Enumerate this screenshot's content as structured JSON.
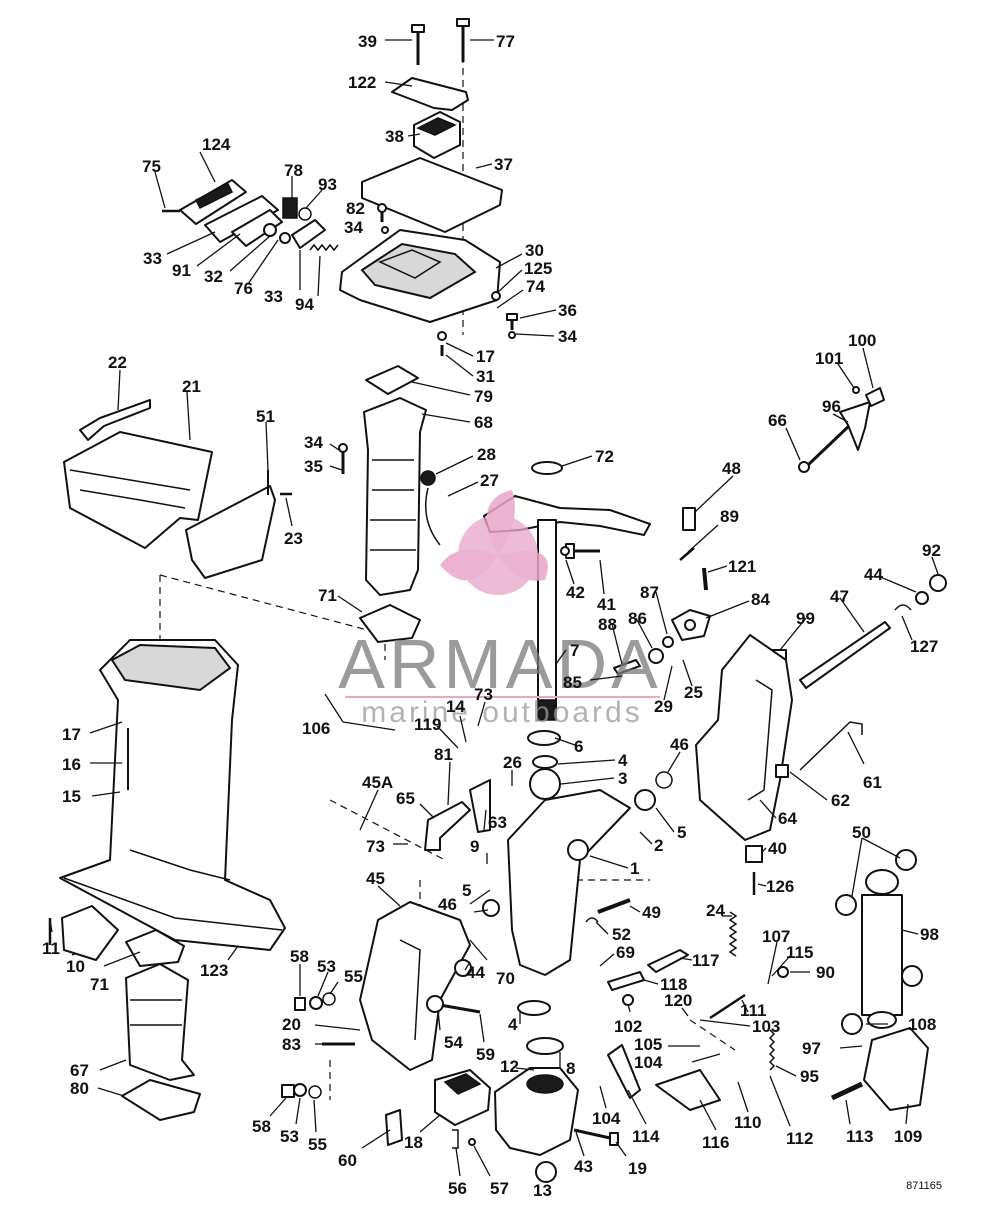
{
  "watermark": {
    "brand": "ARMADA",
    "tagline": "marine outboards",
    "logo_color": "#e8a6c8",
    "text_color": "#7a7a7a"
  },
  "reference_number": "871165",
  "callouts": [
    {
      "id": "c39",
      "label": "39"
    },
    {
      "id": "c77",
      "label": "77"
    },
    {
      "id": "c122",
      "label": "122"
    },
    {
      "id": "c38",
      "label": "38"
    },
    {
      "id": "c37",
      "label": "37"
    },
    {
      "id": "c124",
      "label": "124"
    },
    {
      "id": "c75",
      "label": "75"
    },
    {
      "id": "c78",
      "label": "78"
    },
    {
      "id": "c93",
      "label": "93"
    },
    {
      "id": "c82",
      "label": "82"
    },
    {
      "id": "c34a",
      "label": "34"
    },
    {
      "id": "c33a",
      "label": "33"
    },
    {
      "id": "c91",
      "label": "91"
    },
    {
      "id": "c32",
      "label": "32"
    },
    {
      "id": "c76",
      "label": "76"
    },
    {
      "id": "c33b",
      "label": "33"
    },
    {
      "id": "c94",
      "label": "94"
    },
    {
      "id": "c30",
      "label": "30"
    },
    {
      "id": "c125",
      "label": "125"
    },
    {
      "id": "c74",
      "label": "74"
    },
    {
      "id": "c36",
      "label": "36"
    },
    {
      "id": "c34b",
      "label": "34"
    },
    {
      "id": "c17a",
      "label": "17"
    },
    {
      "id": "c31",
      "label": "31"
    },
    {
      "id": "c100",
      "label": "100"
    },
    {
      "id": "c101",
      "label": "101"
    },
    {
      "id": "c96",
      "label": "96"
    },
    {
      "id": "c66",
      "label": "66"
    },
    {
      "id": "c22",
      "label": "22"
    },
    {
      "id": "c21",
      "label": "21"
    },
    {
      "id": "c51",
      "label": "51"
    },
    {
      "id": "c79",
      "label": "79"
    },
    {
      "id": "c68",
      "label": "68"
    },
    {
      "id": "c34c",
      "label": "34"
    },
    {
      "id": "c35",
      "label": "35"
    },
    {
      "id": "c28",
      "label": "28"
    },
    {
      "id": "c27",
      "label": "27"
    },
    {
      "id": "c72",
      "label": "72"
    },
    {
      "id": "c48",
      "label": "48"
    },
    {
      "id": "c23",
      "label": "23"
    },
    {
      "id": "c89",
      "label": "89"
    },
    {
      "id": "c92",
      "label": "92"
    },
    {
      "id": "c44a",
      "label": "44"
    },
    {
      "id": "c121",
      "label": "121"
    },
    {
      "id": "c42",
      "label": "42"
    },
    {
      "id": "c41",
      "label": "41"
    },
    {
      "id": "c71a",
      "label": "71"
    },
    {
      "id": "c87",
      "label": "87"
    },
    {
      "id": "c84",
      "label": "84"
    },
    {
      "id": "c47",
      "label": "47"
    },
    {
      "id": "c127",
      "label": "127"
    },
    {
      "id": "c99",
      "label": "99"
    },
    {
      "id": "c88",
      "label": "88"
    },
    {
      "id": "c86",
      "label": "86"
    },
    {
      "id": "c7",
      "label": "7"
    },
    {
      "id": "c85",
      "label": "85"
    },
    {
      "id": "c25",
      "label": "25"
    },
    {
      "id": "c29",
      "label": "29"
    },
    {
      "id": "c73a",
      "label": "73"
    },
    {
      "id": "c14",
      "label": "14"
    },
    {
      "id": "c119",
      "label": "119"
    },
    {
      "id": "c17b",
      "label": "17"
    },
    {
      "id": "c106",
      "label": "106"
    },
    {
      "id": "c16",
      "label": "16"
    },
    {
      "id": "c6",
      "label": "6"
    },
    {
      "id": "c4a",
      "label": "4"
    },
    {
      "id": "c46a",
      "label": "46"
    },
    {
      "id": "c26",
      "label": "26"
    },
    {
      "id": "c3",
      "label": "3"
    },
    {
      "id": "c61",
      "label": "61"
    },
    {
      "id": "c15",
      "label": "15"
    },
    {
      "id": "c45a",
      "label": "45A"
    },
    {
      "id": "c81",
      "label": "81"
    },
    {
      "id": "c65",
      "label": "65"
    },
    {
      "id": "c62",
      "label": "62"
    },
    {
      "id": "c63",
      "label": "63"
    },
    {
      "id": "c5a",
      "label": "5"
    },
    {
      "id": "c64",
      "label": "64"
    },
    {
      "id": "c73b",
      "label": "73"
    },
    {
      "id": "c9",
      "label": "9"
    },
    {
      "id": "c2",
      "label": "2"
    },
    {
      "id": "c50",
      "label": "50"
    },
    {
      "id": "c40",
      "label": "40"
    },
    {
      "id": "c1",
      "label": "1"
    },
    {
      "id": "c126",
      "label": "126"
    },
    {
      "id": "c45",
      "label": "45"
    },
    {
      "id": "c5b",
      "label": "5"
    },
    {
      "id": "c46b",
      "label": "46"
    },
    {
      "id": "c49",
      "label": "49"
    },
    {
      "id": "c24",
      "label": "24"
    },
    {
      "id": "c11",
      "label": "11"
    },
    {
      "id": "c52",
      "label": "52"
    },
    {
      "id": "c98",
      "label": "98"
    },
    {
      "id": "c107",
      "label": "107"
    },
    {
      "id": "c115",
      "label": "115"
    },
    {
      "id": "c69",
      "label": "69"
    },
    {
      "id": "c58a",
      "label": "58"
    },
    {
      "id": "c53a",
      "label": "53"
    },
    {
      "id": "c55a",
      "label": "55"
    },
    {
      "id": "c70",
      "label": "70"
    },
    {
      "id": "c117",
      "label": "117"
    },
    {
      "id": "c90",
      "label": "90"
    },
    {
      "id": "c44b",
      "label": "44"
    },
    {
      "id": "c10",
      "label": "10"
    },
    {
      "id": "c123",
      "label": "123"
    },
    {
      "id": "c118",
      "label": "118"
    },
    {
      "id": "c71b",
      "label": "71"
    },
    {
      "id": "c111",
      "label": "111"
    },
    {
      "id": "c120",
      "label": "120"
    },
    {
      "id": "c102",
      "label": "102"
    },
    {
      "id": "c103",
      "label": "103"
    },
    {
      "id": "c108",
      "label": "108"
    },
    {
      "id": "c20",
      "label": "20"
    },
    {
      "id": "c4b",
      "label": "4"
    },
    {
      "id": "c54",
      "label": "54"
    },
    {
      "id": "c59",
      "label": "59"
    },
    {
      "id": "c83",
      "label": "83"
    },
    {
      "id": "c105",
      "label": "105"
    },
    {
      "id": "c104a",
      "label": "104"
    },
    {
      "id": "c97",
      "label": "97"
    },
    {
      "id": "c67",
      "label": "67"
    },
    {
      "id": "c12",
      "label": "12"
    },
    {
      "id": "c8",
      "label": "8"
    },
    {
      "id": "c95",
      "label": "95"
    },
    {
      "id": "c80",
      "label": "80"
    },
    {
      "id": "c104b",
      "label": "104"
    },
    {
      "id": "c58b",
      "label": "58"
    },
    {
      "id": "c53b",
      "label": "53"
    },
    {
      "id": "c55b",
      "label": "55"
    },
    {
      "id": "c18",
      "label": "18"
    },
    {
      "id": "c114",
      "label": "114"
    },
    {
      "id": "c116",
      "label": "116"
    },
    {
      "id": "c110",
      "label": "110"
    },
    {
      "id": "c112",
      "label": "112"
    },
    {
      "id": "c113",
      "label": "113"
    },
    {
      "id": "c109",
      "label": "109"
    },
    {
      "id": "c60",
      "label": "60"
    },
    {
      "id": "c43",
      "label": "43"
    },
    {
      "id": "c19",
      "label": "19"
    },
    {
      "id": "c56",
      "label": "56"
    },
    {
      "id": "c57",
      "label": "57"
    },
    {
      "id": "c13",
      "label": "13"
    }
  ]
}
